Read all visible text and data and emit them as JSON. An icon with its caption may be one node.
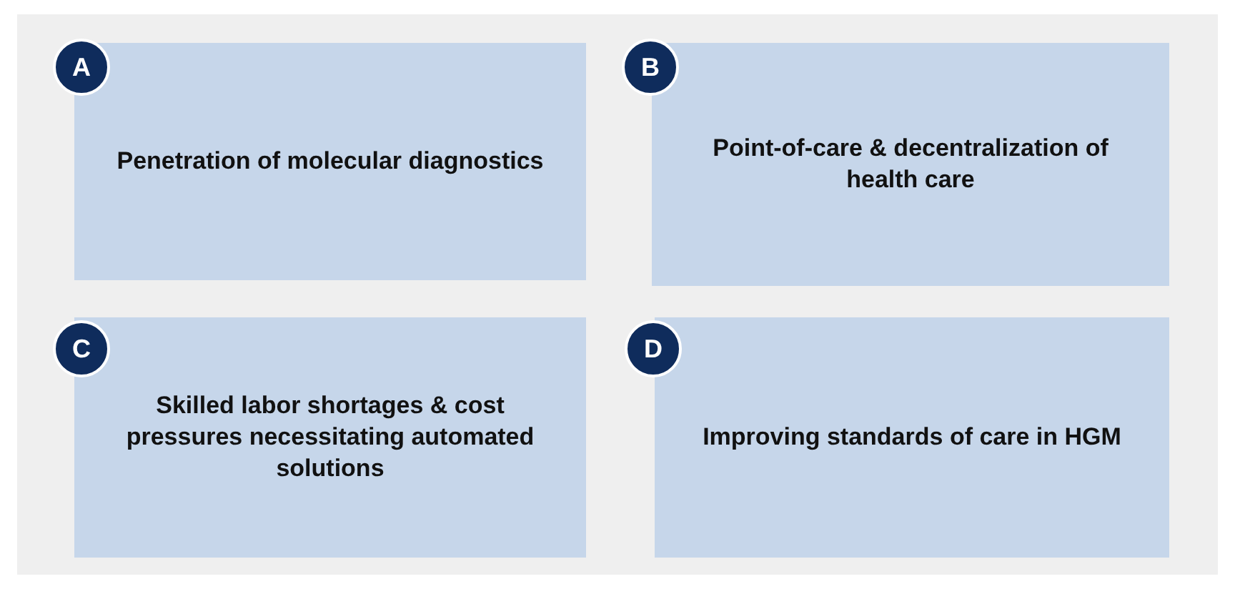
{
  "diagram": {
    "nodes": [
      {
        "text": [],
        "shape": "box"
      },
      {
        "text": [
          "Penetration of molecular diagnostics"
        ],
        "in": 0
      },
      {
        "text": [
          "A"
        ],
        "in": 0
      },
      {
        "text": [
          "Point-of-care & decentralization of health care"
        ],
        "in": 0
      },
      {
        "text": [
          "B"
        ],
        "in": 0
      },
      {
        "text": [
          "Skilled labor shortages & cost pressures necessitating automated solutions"
        ],
        "in": 0
      },
      {
        "text": [
          "C"
        ],
        "in": 0
      },
      {
        "text": [
          "Improving standards of care in HGM"
        ],
        "in": 0
      },
      {
        "text": [
          "D"
        ],
        "in": 0
      }
    ],
    "edges": []
  }
}
